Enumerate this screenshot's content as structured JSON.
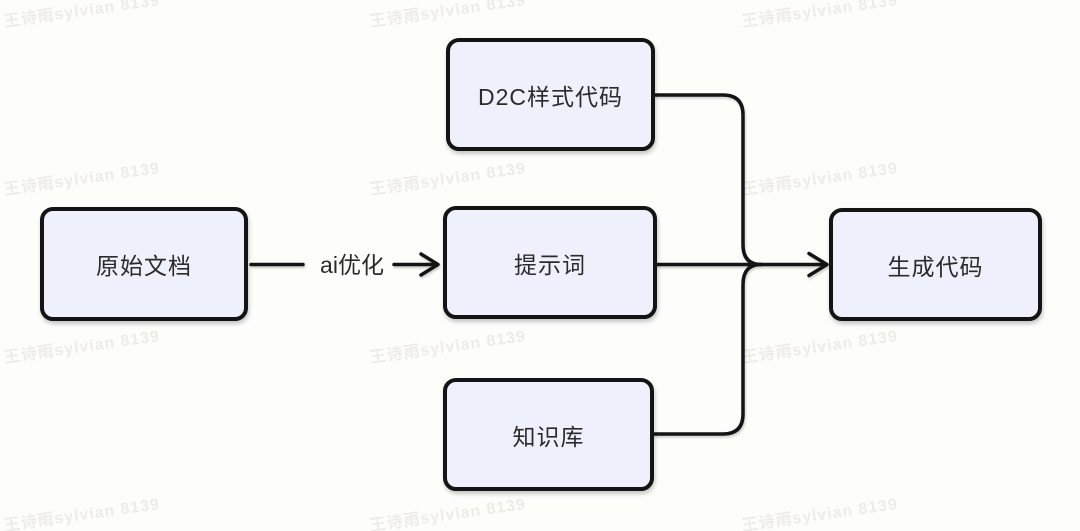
{
  "diagram": {
    "nodes": {
      "source": {
        "label": "原始文档"
      },
      "d2c": {
        "label": "D2C样式代码"
      },
      "prompt": {
        "label": "提示词"
      },
      "knowledge": {
        "label": "知识库"
      },
      "output": {
        "label": "生成代码"
      }
    },
    "edges": {
      "ai_label": "ai优化"
    },
    "colors": {
      "background": "#fdfdfa",
      "node_fill": "#eef1fb",
      "node_border": "#141414",
      "line": "#141414",
      "text": "#2b2b2b",
      "watermark": "rgba(132,120,104,0.13)"
    }
  },
  "watermark": {
    "text": "王诗雨sylvian 8139"
  }
}
